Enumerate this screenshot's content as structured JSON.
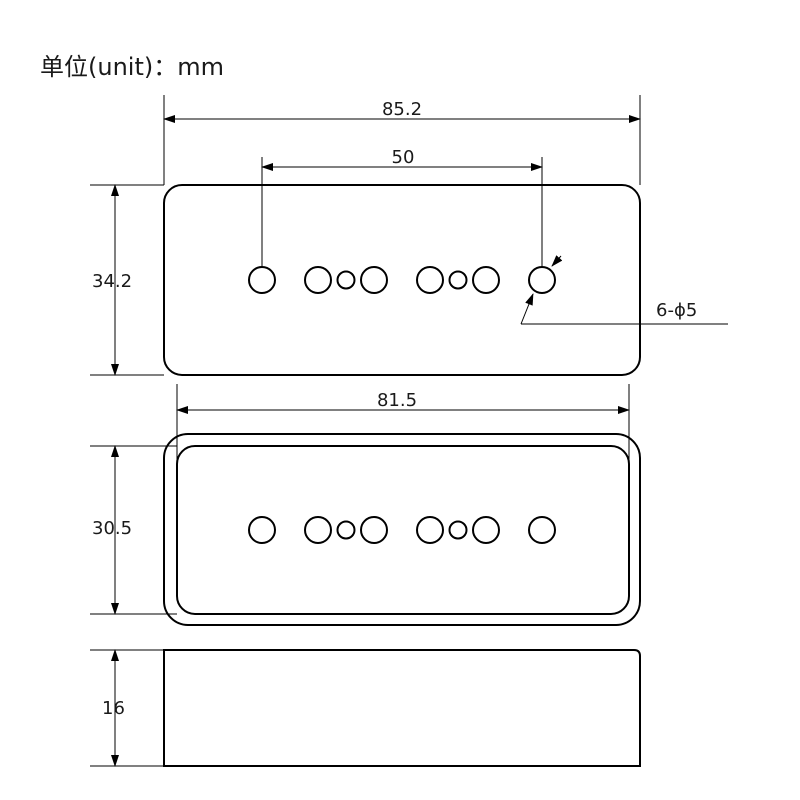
{
  "unit_label": "单位(unit)：mm",
  "views": {
    "top": {
      "overall_length": "85.2",
      "pole_span": "50",
      "width": "34.2",
      "hole_callout": "6-ϕ5"
    },
    "inner": {
      "inner_length": "81.5",
      "inner_width": "30.5"
    },
    "side": {
      "height": "16"
    }
  },
  "colors": {
    "line": "#000000",
    "background": "#ffffff"
  }
}
